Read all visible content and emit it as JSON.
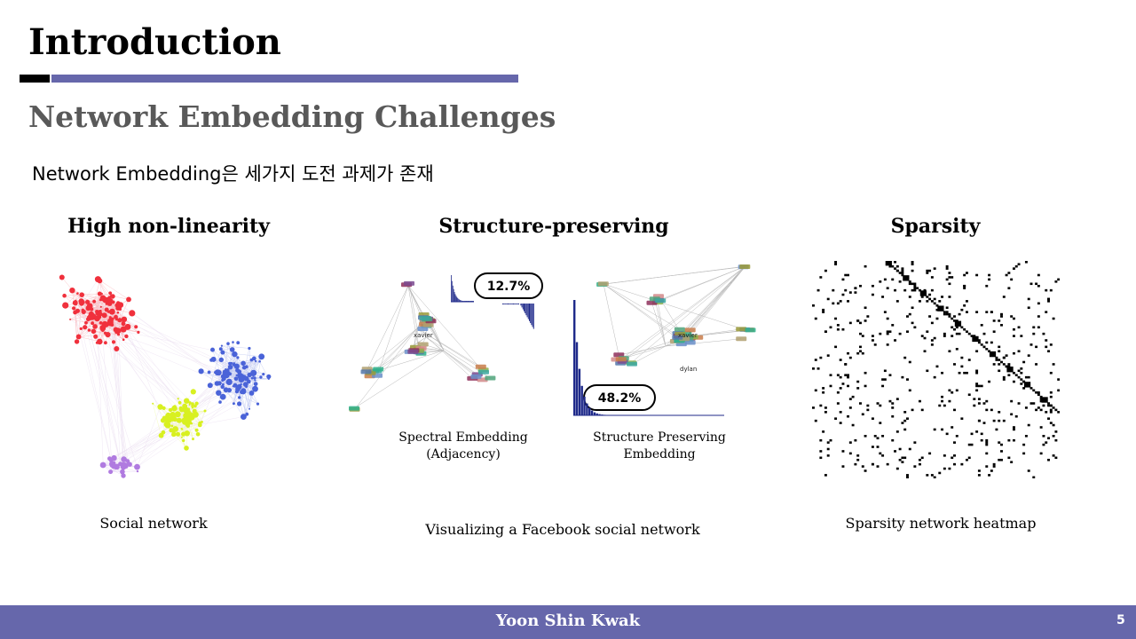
{
  "slide": {
    "title": "Introduction",
    "subtitle": "Network Embedding Challenges",
    "intro": "Network Embedding은 세가지 도전 과제가 존재"
  },
  "columns": [
    {
      "heading": "High non-linearity",
      "caption": "Social network"
    },
    {
      "heading": "Structure-preserving",
      "caption": "Visualizing a Facebook social network"
    },
    {
      "heading": "Sparsity",
      "caption": "Sparsity network heatmap"
    }
  ],
  "structure": {
    "left_caption_line1": "Spectral Embedding",
    "left_caption_line2": "(Adjacency)",
    "right_caption_line1": "Structure Preserving",
    "right_caption_line2": "Embedding",
    "left_percent": "12.7%",
    "right_percent": "48.2%",
    "node_labels": [
      "xavier",
      "dylan"
    ]
  },
  "footer": {
    "author": "Yoon Shin Kwak",
    "page_number": "5"
  },
  "colors": {
    "accent": "#6667ab",
    "subtitle": "#595959",
    "cluster_red": "#f0303c",
    "cluster_blue": "#4a63d8",
    "cluster_yellow": "#d8f020",
    "cluster_purple": "#b07be0",
    "histogram": "#1f2a8a"
  }
}
